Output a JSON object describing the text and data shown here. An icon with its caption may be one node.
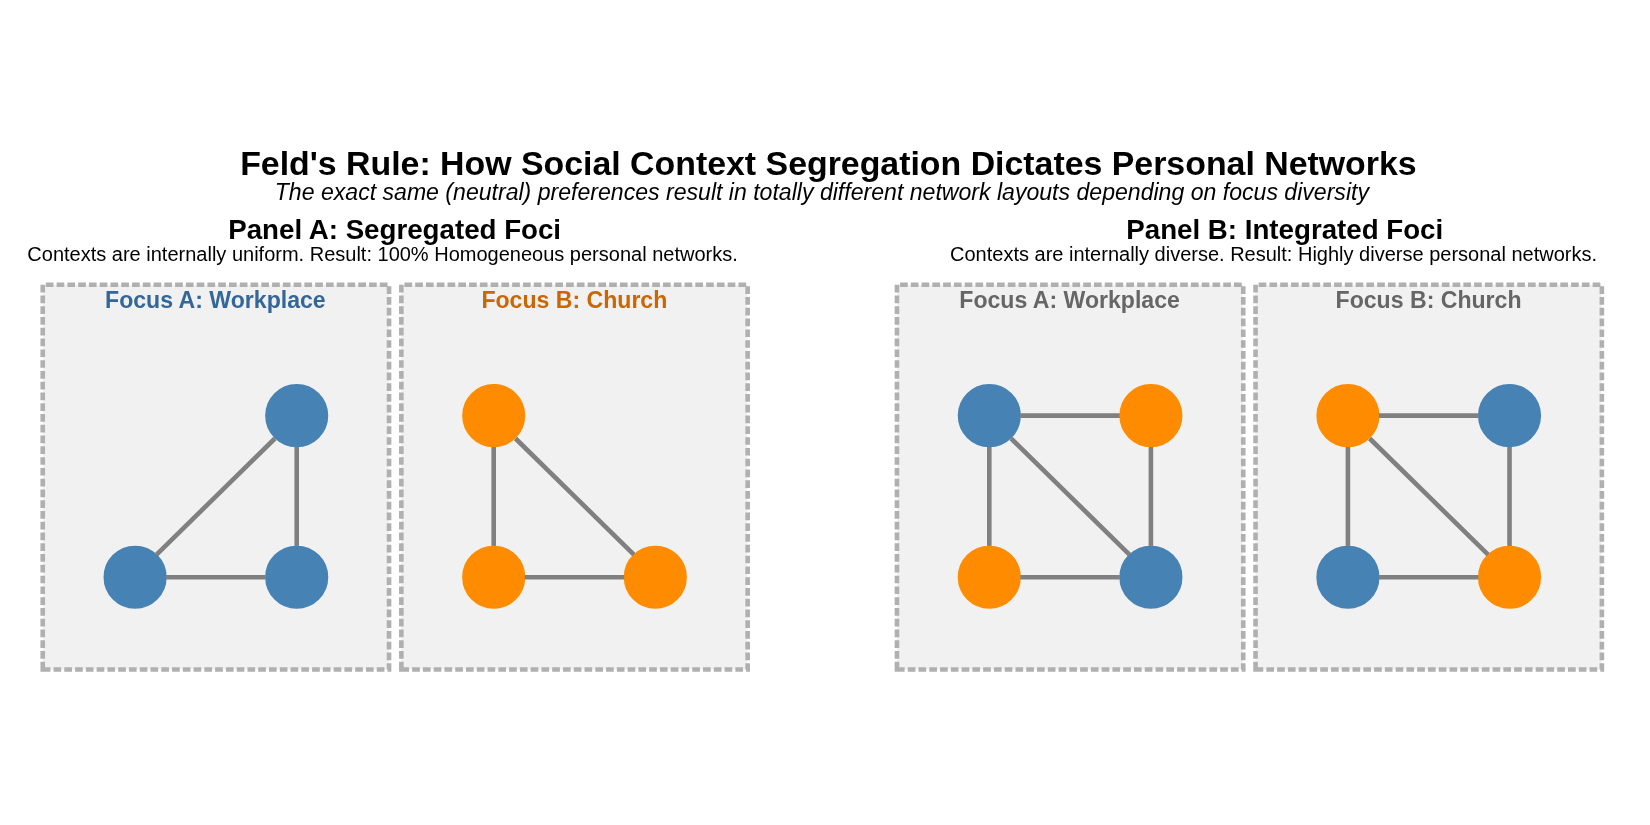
{
  "diagram": {
    "title": "Feld's Rule: How Social Context Segregation Dictates Personal Networks",
    "caption": "The exact same (neutral) preferences result in totally different network layouts depending on focus diversity",
    "nodes": [
      {
        "text": [
          "Focus A: Workplace"
        ]
      },
      {
        "text": [],
        "shape": "circle",
        "in": 0
      },
      {
        "text": [],
        "shape": "circle",
        "in": 0
      },
      {
        "text": [],
        "shape": "circle",
        "in": 0
      },
      {
        "text": [
          "Focus B: Church"
        ]
      },
      {
        "text": [],
        "shape": "circle",
        "in": 4
      },
      {
        "text": [],
        "shape": "circle",
        "in": 4
      },
      {
        "text": [],
        "shape": "circle",
        "in": 4
      },
      {
        "text": [
          "Focus A: Workplace"
        ]
      },
      {
        "text": [],
        "shape": "circle",
        "in": 8
      },
      {
        "text": [],
        "shape": "circle",
        "in": 8
      },
      {
        "text": [],
        "shape": "circle",
        "in": 8
      },
      {
        "text": [],
        "shape": "circle",
        "in": 8
      },
      {
        "text": [
          "Focus B: Church"
        ]
      },
      {
        "text": [],
        "shape": "circle",
        "in": 13
      },
      {
        "text": [],
        "shape": "circle",
        "in": 13
      },
      {
        "text": [],
        "shape": "circle",
        "in": 13
      },
      {
        "text": [],
        "shape": "circle",
        "in": 13
      }
    ],
    "edges": [
      {
        "from": 1,
        "to": 2,
        "arrow": "none"
      },
      {
        "from": 1,
        "to": 3,
        "arrow": "none"
      },
      {
        "from": 2,
        "to": 3,
        "arrow": "none"
      },
      {
        "from": 5,
        "to": 6,
        "arrow": "none"
      },
      {
        "from": 5,
        "to": 7,
        "arrow": "none"
      },
      {
        "from": 6,
        "to": 7,
        "arrow": "none"
      },
      {
        "from": 9,
        "to": 10,
        "arrow": "none"
      },
      {
        "from": 9,
        "to": 11,
        "arrow": "none"
      },
      {
        "from": 9,
        "to": 12,
        "arrow": "none"
      },
      {
        "from": 10,
        "to": 12,
        "arrow": "none"
      },
      {
        "from": 11,
        "to": 12,
        "arrow": "none"
      },
      {
        "from": 14,
        "to": 15,
        "arrow": "none"
      },
      {
        "from": 14,
        "to": 16,
        "arrow": "none"
      },
      {
        "from": 14,
        "to": 17,
        "arrow": "none"
      },
      {
        "from": 15,
        "to": 17,
        "arrow": "none"
      },
      {
        "from": 16,
        "to": 17,
        "arrow": "none"
      }
    ],
    "labels": [
      "Panel A: Segregated Foci",
      "Contexts are internally uniform. Result: 100% Homogeneous personal networks.",
      "Panel B: Integrated Foci",
      "Contexts are internally diverse. Result: Highly diverse personal networks."
    ]
  }
}
